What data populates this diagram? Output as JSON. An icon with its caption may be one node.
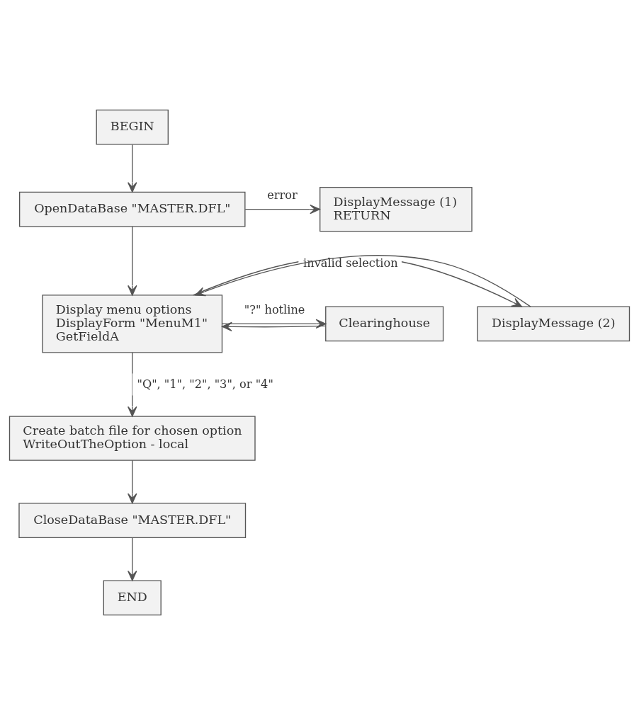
{
  "diagram": {
    "nodes": [
      {
        "text": [
          "BEGIN"
        ]
      },
      {
        "text": [
          "OpenDataBase \"MASTER.DFL\""
        ]
      },
      {
        "text": [
          "DisplayMessage (1)",
          "RETURN"
        ]
      },
      {
        "text": [
          "Display menu options",
          "DisplayForm \"MenuM1\"",
          "GetFieldA"
        ]
      },
      {
        "text": [
          "DisplayMessage (2)"
        ]
      },
      {
        "text": [
          "Clearinghouse"
        ]
      },
      {
        "text": [
          "Create batch file for chosen option",
          "WriteOutTheOption - local"
        ]
      },
      {
        "text": [
          "CloseDataBase \"MASTER.DFL\""
        ]
      },
      {
        "text": [
          "END"
        ]
      }
    ],
    "edges": [
      {
        "from": 0,
        "to": 1,
        "arrow": "to"
      },
      {
        "from": 1,
        "to": 2,
        "label": "error",
        "arrow": "to"
      },
      {
        "from": 1,
        "to": 3,
        "arrow": "to"
      },
      {
        "from": 3,
        "to": 4,
        "label": "invalid selection",
        "arrow": "to"
      },
      {
        "from": 3,
        "to": 5,
        "label": "\"?\" hotline",
        "arrow": "to"
      },
      {
        "from": 4,
        "to": 3,
        "arrow": "to"
      },
      {
        "from": 5,
        "to": 3,
        "arrow": "to"
      },
      {
        "from": 3,
        "to": 6,
        "label": "\"Q\", \"1\", \"2\", \"3\", or \"4\"",
        "arrow": "to"
      },
      {
        "from": 6,
        "to": 7,
        "arrow": "to"
      },
      {
        "from": 7,
        "to": 8,
        "arrow": "to"
      }
    ]
  }
}
